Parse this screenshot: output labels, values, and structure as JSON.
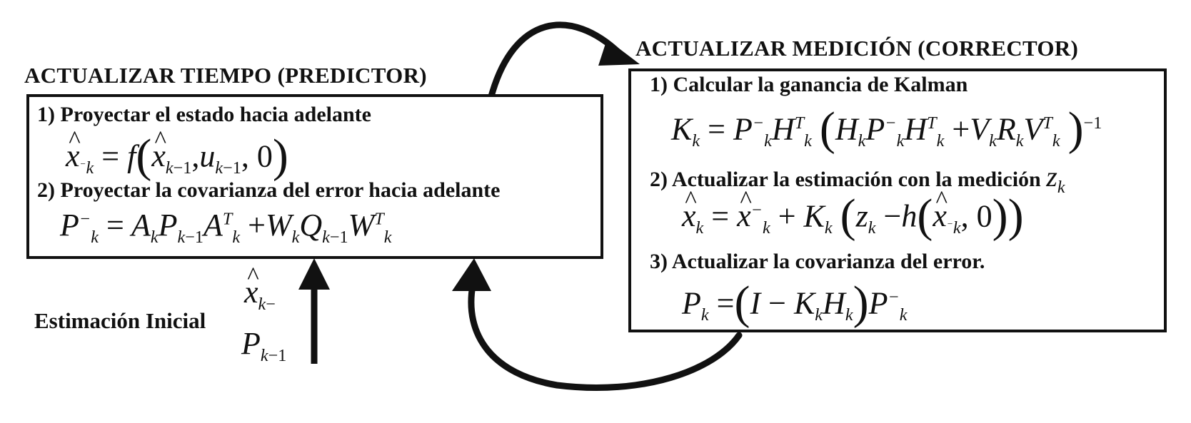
{
  "predictor": {
    "title": "ACTUALIZAR TIEMPO (PREDICTOR)",
    "step1": "1) Proyectar el estado hacia adelante",
    "step2": "2) Proyectar la covarianza del error hacia adelante"
  },
  "corrector": {
    "title": "ACTUALIZAR MEDICIÓN (CORRECTOR)",
    "step1": "1) Calcular la ganancia de Kalman",
    "step2": "2) Actualizar la estimación con la medición",
    "step3": "3) Actualizar la covarianza del error."
  },
  "initial": {
    "label": "Estimación Inicial"
  }
}
